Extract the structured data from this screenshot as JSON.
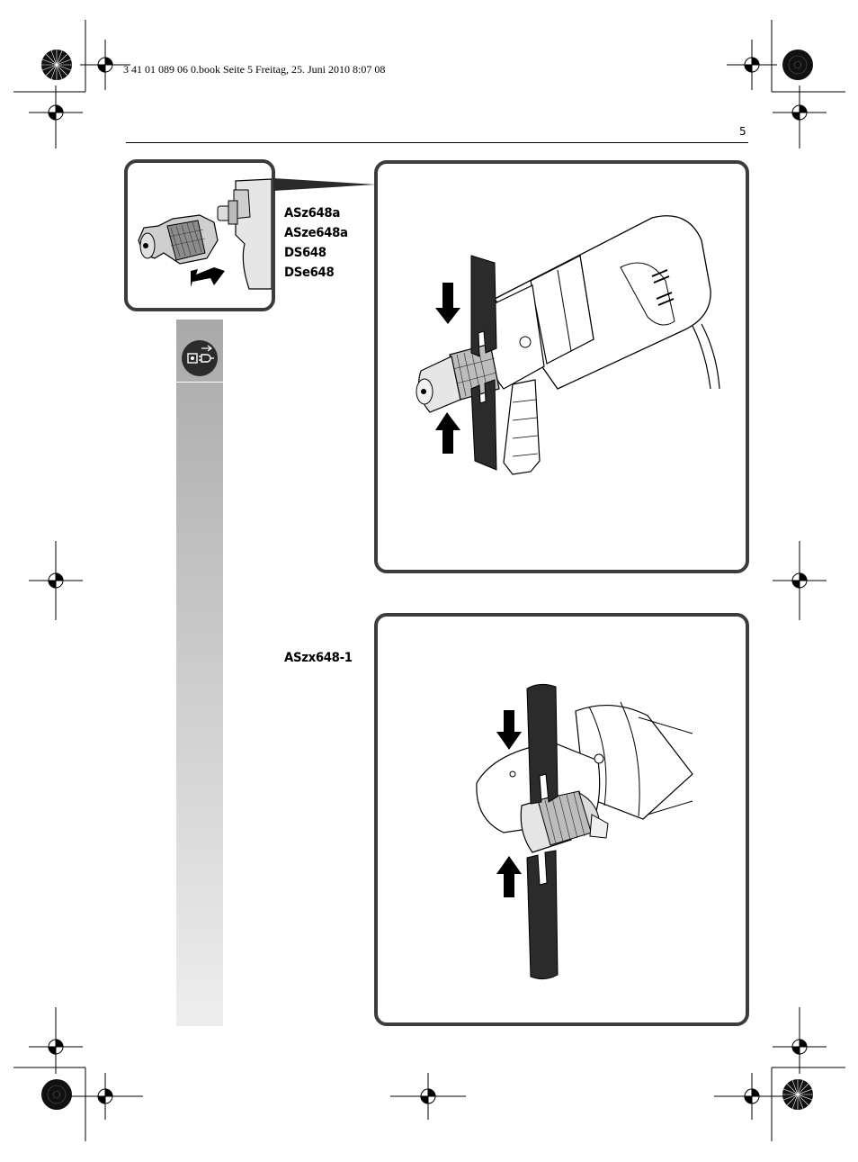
{
  "header": {
    "print_line": "3 41 01 089 06 0.book  Seite 5  Freitag, 25. Juni 2010  8:07 08",
    "page_number": "5"
  },
  "sidebar": {
    "icon": "unplug-mains-icon"
  },
  "figure_top": {
    "models": [
      "ASz648a",
      "ASze648a",
      "DS648",
      "DSe648"
    ],
    "inset_icon": "chuck-removal-icon"
  },
  "figure_bottom": {
    "models": [
      "ASzx648-1"
    ]
  },
  "colors": {
    "panel_border": "#3c3c3c",
    "band_top": "#a9a9a9",
    "band_bottom": "#eeeeee"
  }
}
